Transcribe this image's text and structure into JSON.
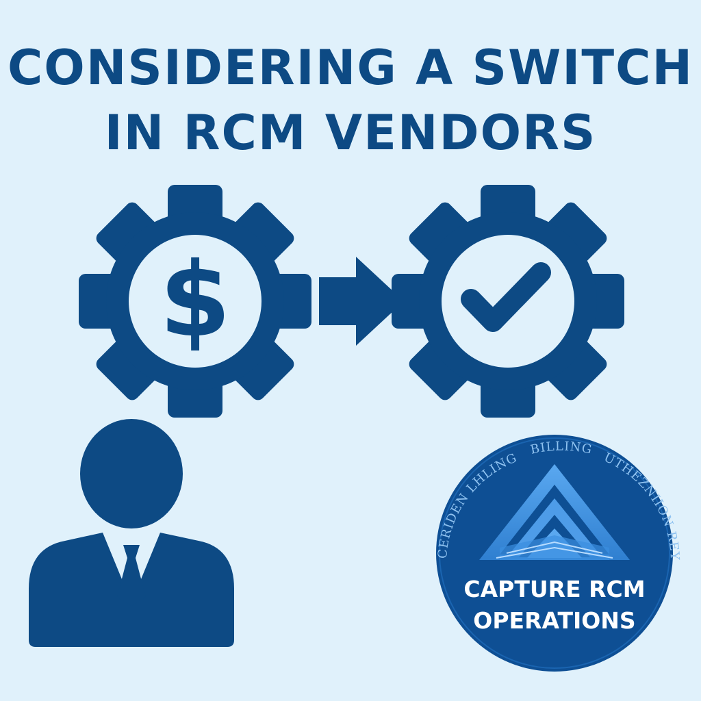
{
  "title": {
    "line1": "CONSIDERING A SWITCH",
    "line2": "IN RCM VENDORS"
  },
  "gears": {
    "left_symbol": "$",
    "left_icon": "dollar-icon",
    "right_icon": "checkmark-icon",
    "arrow_icon": "arrow-right-icon"
  },
  "person": {
    "icon": "businessman-icon"
  },
  "badge": {
    "arc_left": "CERIDEN LHLING",
    "arc_top": "BILLING",
    "arc_right": "UTHEZNIION REY",
    "line1": "CAPTURE RCM",
    "line2": "OPERATIONS"
  },
  "colors": {
    "background": "#e0f1fb",
    "primary": "#0d4a84",
    "badge_bg": "#0e4f94",
    "triangle": "#3b8fe0"
  }
}
